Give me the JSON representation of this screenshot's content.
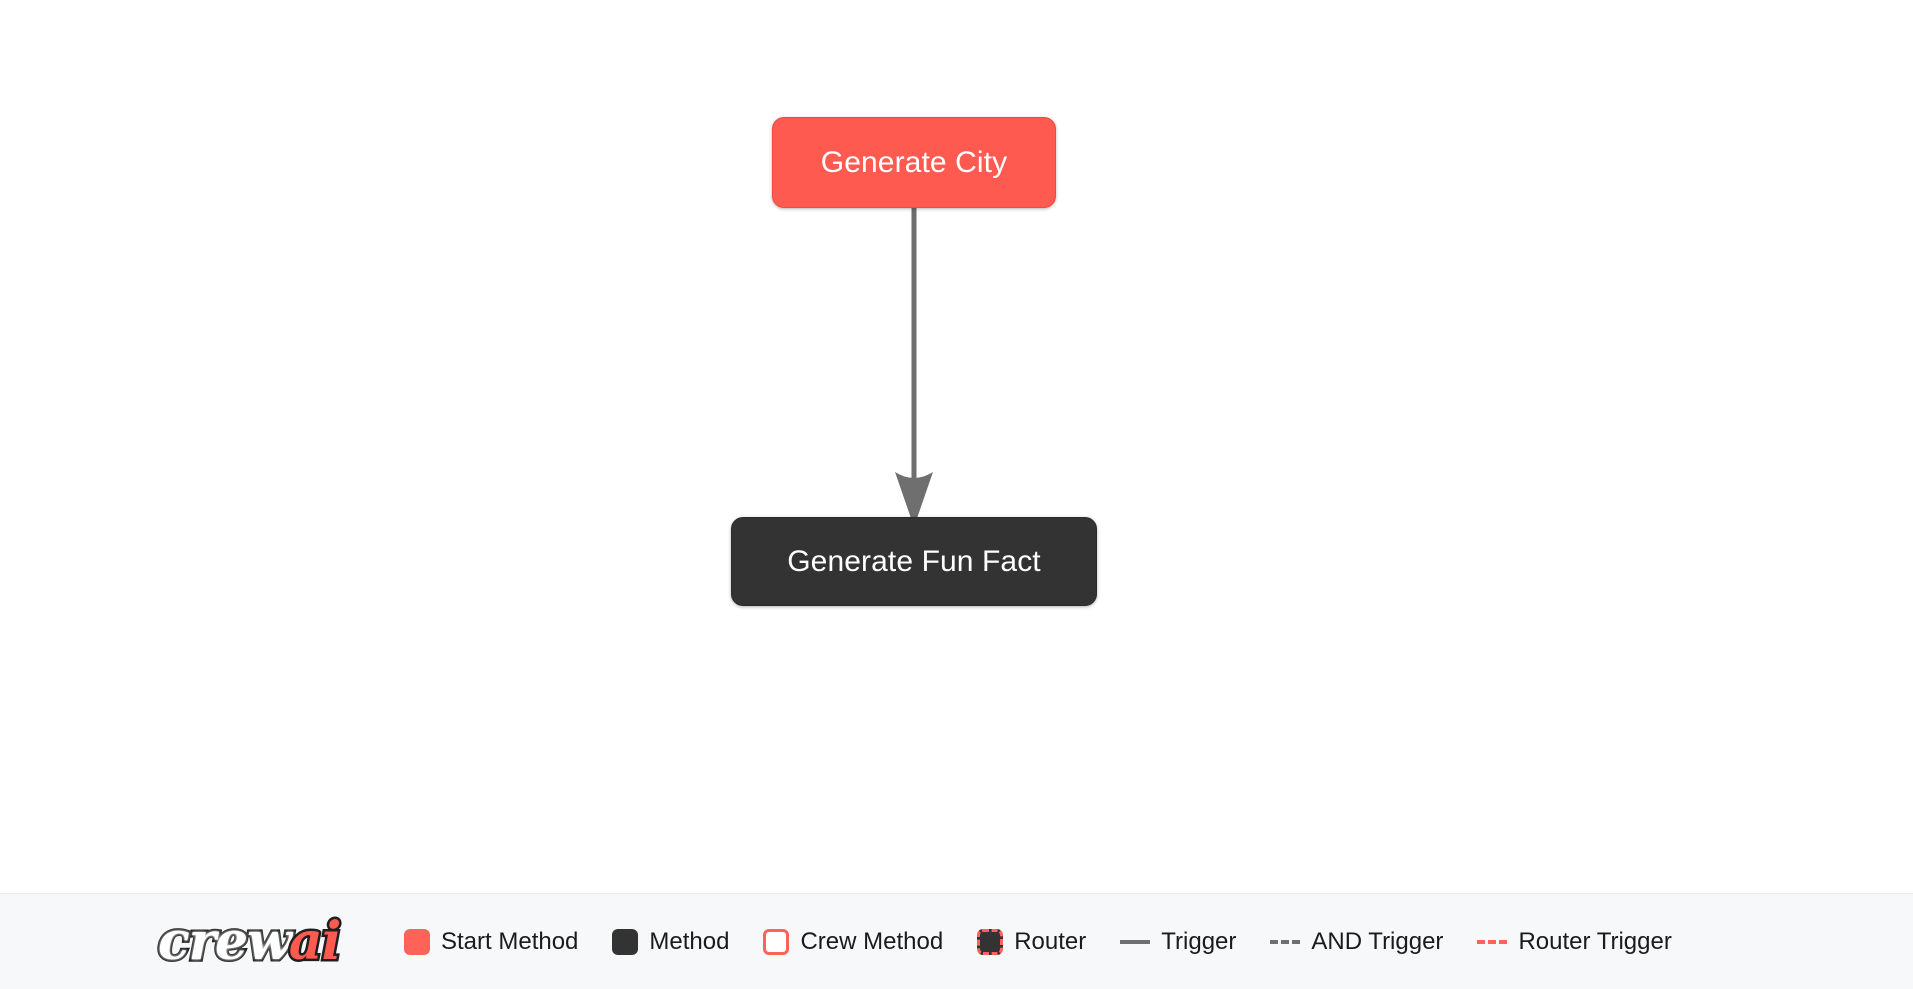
{
  "canvas": {
    "background": "#ffffff",
    "nodes": [
      {
        "id": "generate-city",
        "label": "Generate City",
        "type": "start-method",
        "color": "#FF5A50",
        "text_color": "#ffffff"
      },
      {
        "id": "generate-fun-fact",
        "label": "Generate Fun Fact",
        "type": "method",
        "color": "#333333",
        "text_color": "#ffffff"
      }
    ],
    "edges": [
      {
        "from": "generate-city",
        "to": "generate-fun-fact",
        "type": "trigger",
        "color": "#6f6f6f"
      }
    ]
  },
  "legend": {
    "brand": {
      "text_primary": "crew",
      "text_accent": "ai",
      "primary_color": "#ffffff",
      "accent_color": "#FF5A50",
      "outline_color": "#1f1f1f"
    },
    "items": [
      {
        "label": "Start Method",
        "swatch": "filled-square",
        "color": "#FF6258"
      },
      {
        "label": "Method",
        "swatch": "filled-square",
        "color": "#333333"
      },
      {
        "label": "Crew Method",
        "swatch": "outlined-square",
        "color": "#FF6258"
      },
      {
        "label": "Router",
        "swatch": "dashed-border-square",
        "color": "#FF6258"
      },
      {
        "label": "Trigger",
        "swatch": "solid-line",
        "color": "#6f6f6f"
      },
      {
        "label": "AND Trigger",
        "swatch": "dashed-line",
        "color": "#6f6f6f"
      },
      {
        "label": "Router Trigger",
        "swatch": "dashed-line",
        "color": "#FF6258"
      }
    ]
  }
}
